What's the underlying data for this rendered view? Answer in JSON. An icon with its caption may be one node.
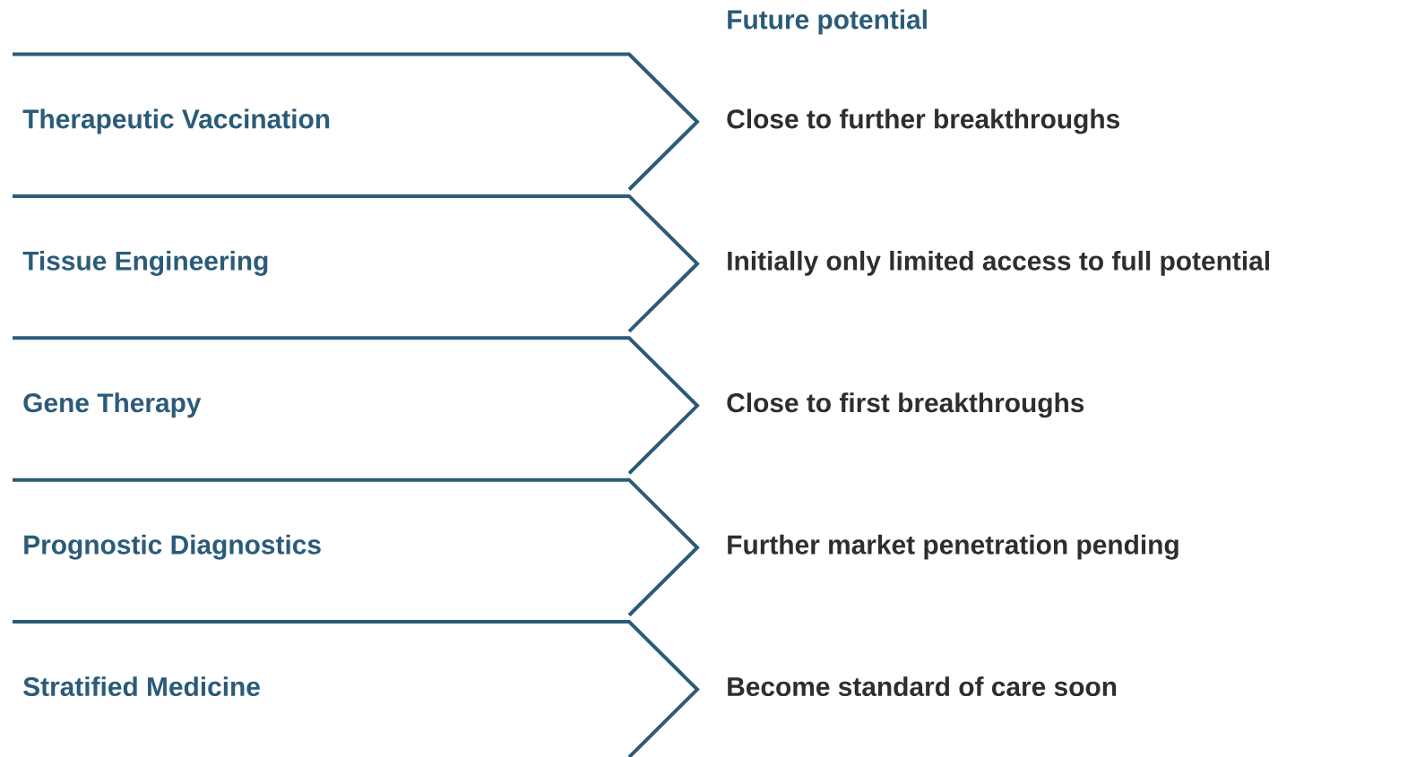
{
  "diagram": {
    "nodes": [
      {
        "text": [
          "Therapeutic Vaccination"
        ],
        "beside": [
          "Close to further breakthroughs"
        ]
      },
      {
        "text": [
          "Tissue Engineering"
        ],
        "beside": [
          "Initially only limited access to full potential"
        ]
      },
      {
        "text": [
          "Gene Therapy"
        ],
        "beside": [
          "Close to first breakthroughs"
        ]
      },
      {
        "text": [
          "Prognostic Diagnostics"
        ],
        "beside": [
          "Further market penetration pending"
        ]
      },
      {
        "text": [
          "Stratified Medicine"
        ],
        "beside": [
          "Become standard of care soon"
        ]
      }
    ],
    "labels": [
      "Future potential"
    ]
  }
}
